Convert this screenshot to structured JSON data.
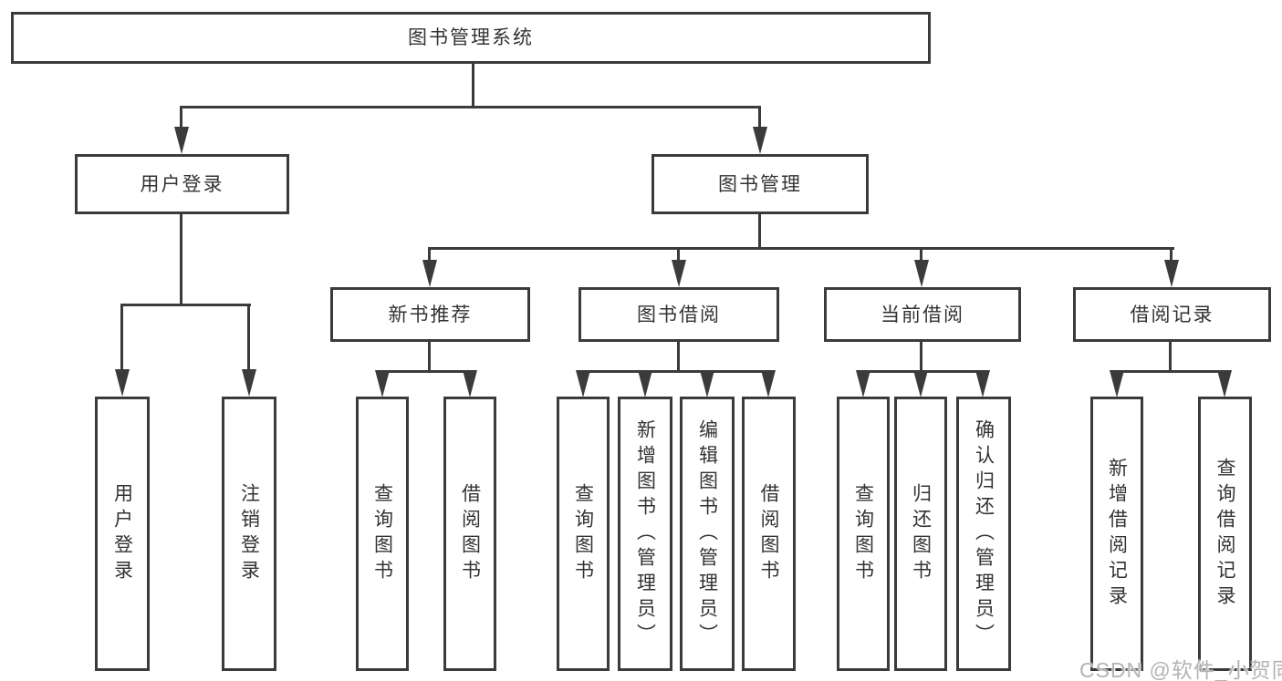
{
  "diagram_type": "tree",
  "tree": {
    "root": {
      "label": "图书管理系统",
      "children": [
        {
          "label": "用户登录",
          "children": [
            {
              "label": "用户登录"
            },
            {
              "label": "注销登录"
            }
          ]
        },
        {
          "label": "图书管理",
          "children": [
            {
              "label": "新书推荐",
              "children": [
                {
                  "label": "查询图书"
                },
                {
                  "label": "借阅图书"
                }
              ]
            },
            {
              "label": "图书借阅",
              "children": [
                {
                  "label": "查询图书"
                },
                {
                  "label": "新增图书（管理员）"
                },
                {
                  "label": "编辑图书（管理员）"
                },
                {
                  "label": "借阅图书"
                }
              ]
            },
            {
              "label": "当前借阅",
              "children": [
                {
                  "label": "查询图书"
                },
                {
                  "label": "归还图书"
                },
                {
                  "label": "确认归还（管理员）"
                }
              ]
            },
            {
              "label": "借阅记录",
              "children": [
                {
                  "label": "新增借阅记录"
                },
                {
                  "label": "查询借阅记录"
                }
              ]
            }
          ]
        }
      ]
    }
  },
  "watermark": "CSDN @软件_小贺同学",
  "colors": {
    "line": "#3b3b3b",
    "text": "#333333",
    "background": "#ffffff",
    "watermark": "#b3b3b3"
  }
}
